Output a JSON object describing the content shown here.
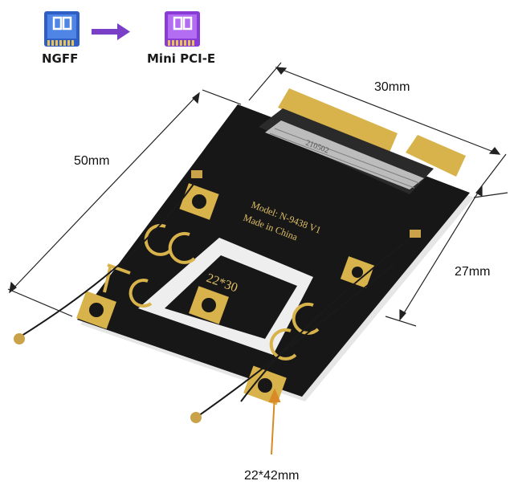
{
  "conversion": {
    "from_label": "NGFF",
    "to_label": "Mini PCI-E",
    "from_icon": "blue-chip-icon",
    "to_icon": "purple-chip-icon",
    "arrow_icon": "right-arrow-icon",
    "colors": {
      "from": "#2f5fc4",
      "to": "#8a3bd6",
      "arrow": "#35a0d6"
    }
  },
  "dimensions": {
    "length": "50mm",
    "width": "30mm",
    "mount_distance": "27mm",
    "slot_size": "22*42mm"
  },
  "board": {
    "model_line": "Model: N-9438 V1",
    "origin_line": "Made in China",
    "slot_marking": "22*30",
    "connector_marking": "210502",
    "colors": {
      "pcb": "#161616",
      "gold": "#d8b24a",
      "edge": "#e9e9e9"
    }
  }
}
